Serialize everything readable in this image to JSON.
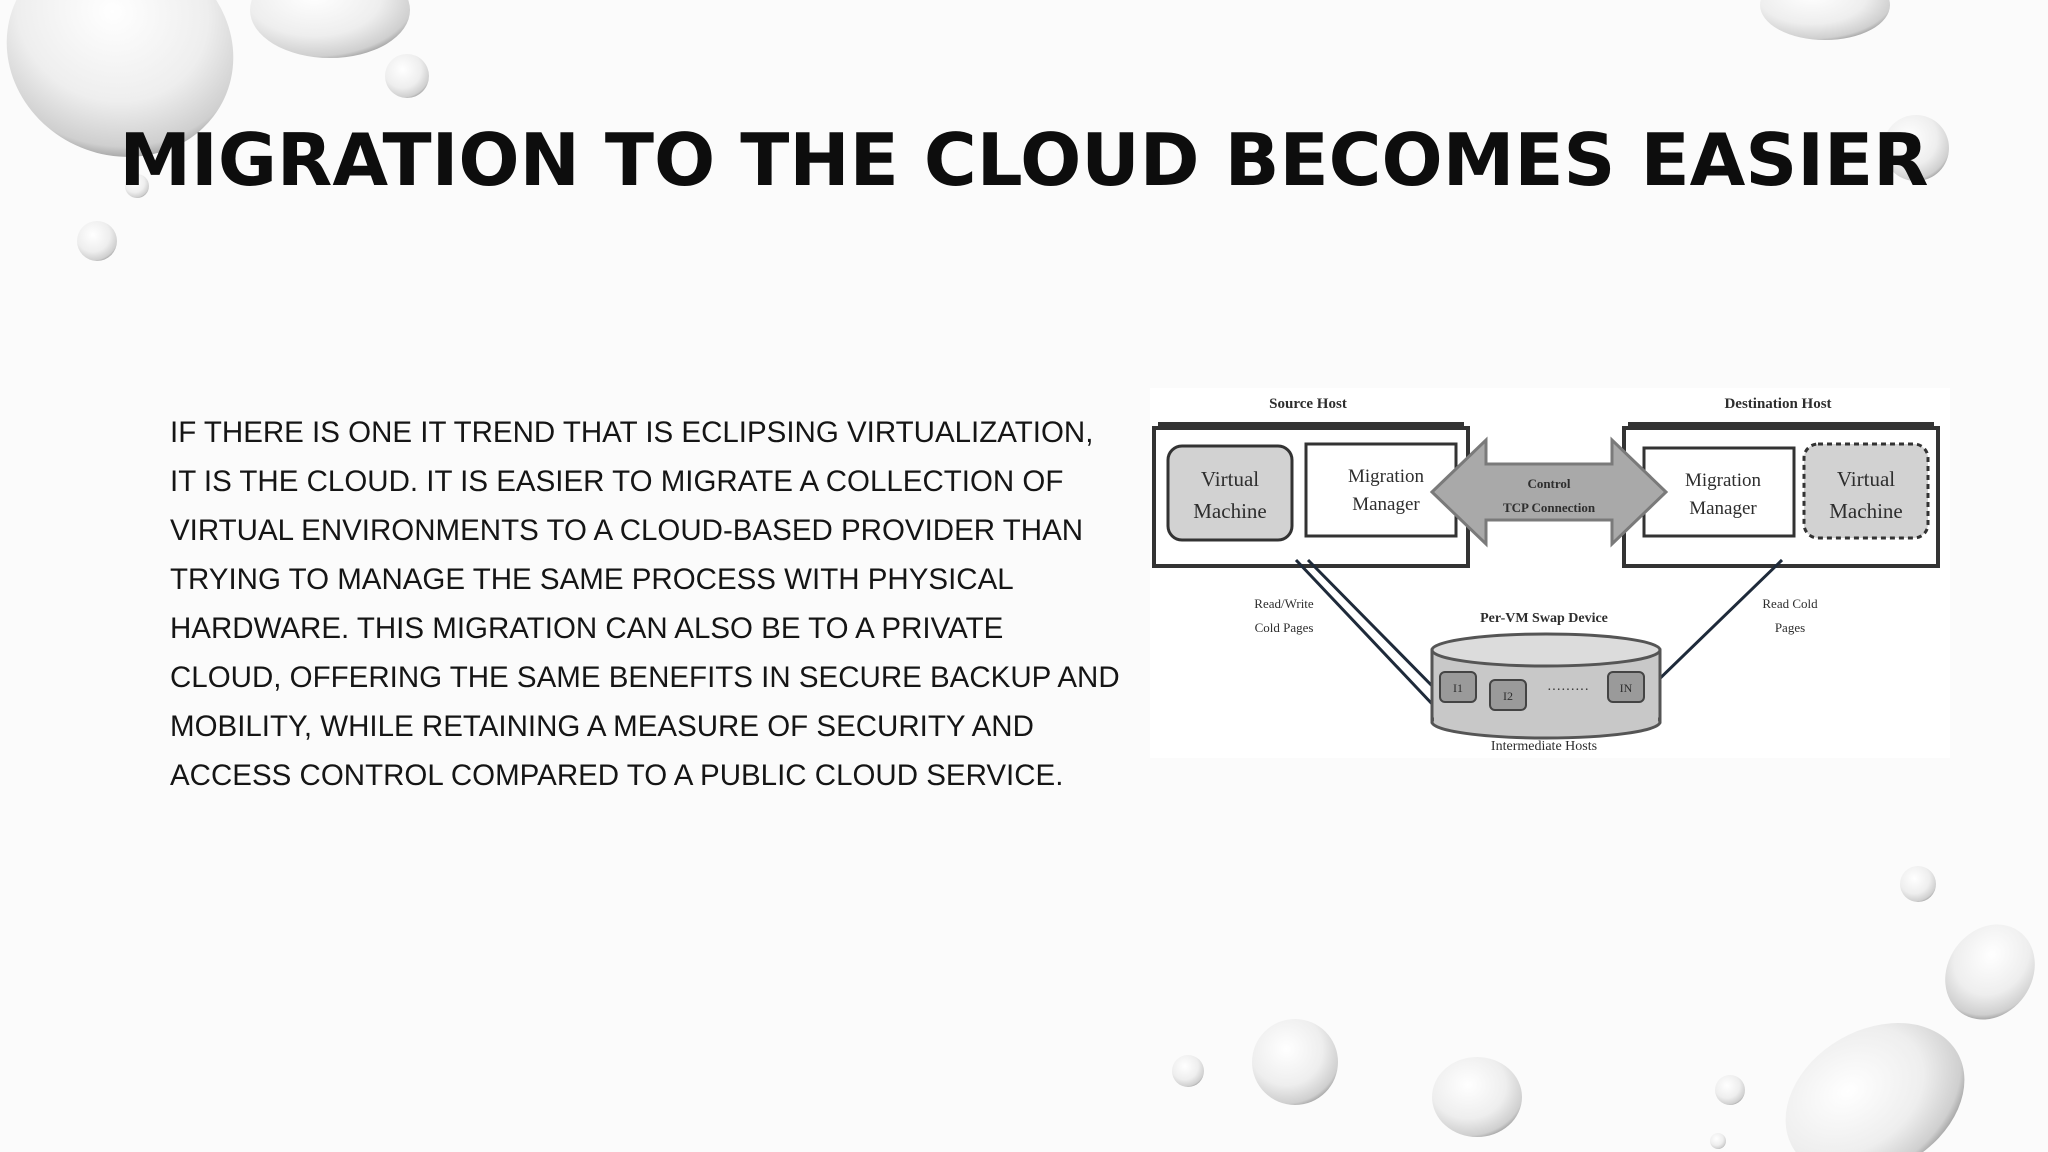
{
  "slide": {
    "title": "MIGRATION TO THE CLOUD BECOMES EASIER",
    "body": "IF THERE IS ONE IT TREND THAT IS ECLIPSING VIRTUALIZATION, IT IS THE CLOUD. IT IS EASIER TO MIGRATE A COLLECTION OF VIRTUAL ENVIRONMENTS TO A CLOUD-BASED PROVIDER THAN TRYING TO MANAGE THE SAME PROCESS WITH PHYSICAL HARDWARE. THIS MIGRATION CAN ALSO BE TO A PRIVATE CLOUD, OFFERING THE SAME BENEFITS IN SECURE BACKUP AND MOBILITY, WHILE RETAINING A MEASURE OF SECURITY AND ACCESS CONTROL COMPARED TO A PUBLIC CLOUD SERVICE."
  },
  "diagram": {
    "source_host": "Source Host",
    "destination_host": "Destination Host",
    "src_vm_line1": "Virtual",
    "src_vm_line2": "Machine",
    "src_mm_line1": "Migration",
    "src_mm_line2": "Manager",
    "dst_mm_line1": "Migration",
    "dst_mm_line2": "Manager",
    "dst_vm_line1": "Virtual",
    "dst_vm_line2": "Machine",
    "control_line1": "Control",
    "control_line2": "TCP Connection",
    "rw_line1": "Read/Write",
    "rw_line2": "Cold Pages",
    "rc_line1": "Read Cold",
    "rc_line2": "Pages",
    "swap_device": "Per-VM Swap Device",
    "i1": "I1",
    "i2": "I2",
    "dots": "·········",
    "in": "IN",
    "intermediate_hosts": "Intermediate Hosts"
  },
  "theme": {
    "background": "#fbfbfb",
    "title_color": "#0d0d0d",
    "diagram_fill": "#c8c8c8"
  }
}
